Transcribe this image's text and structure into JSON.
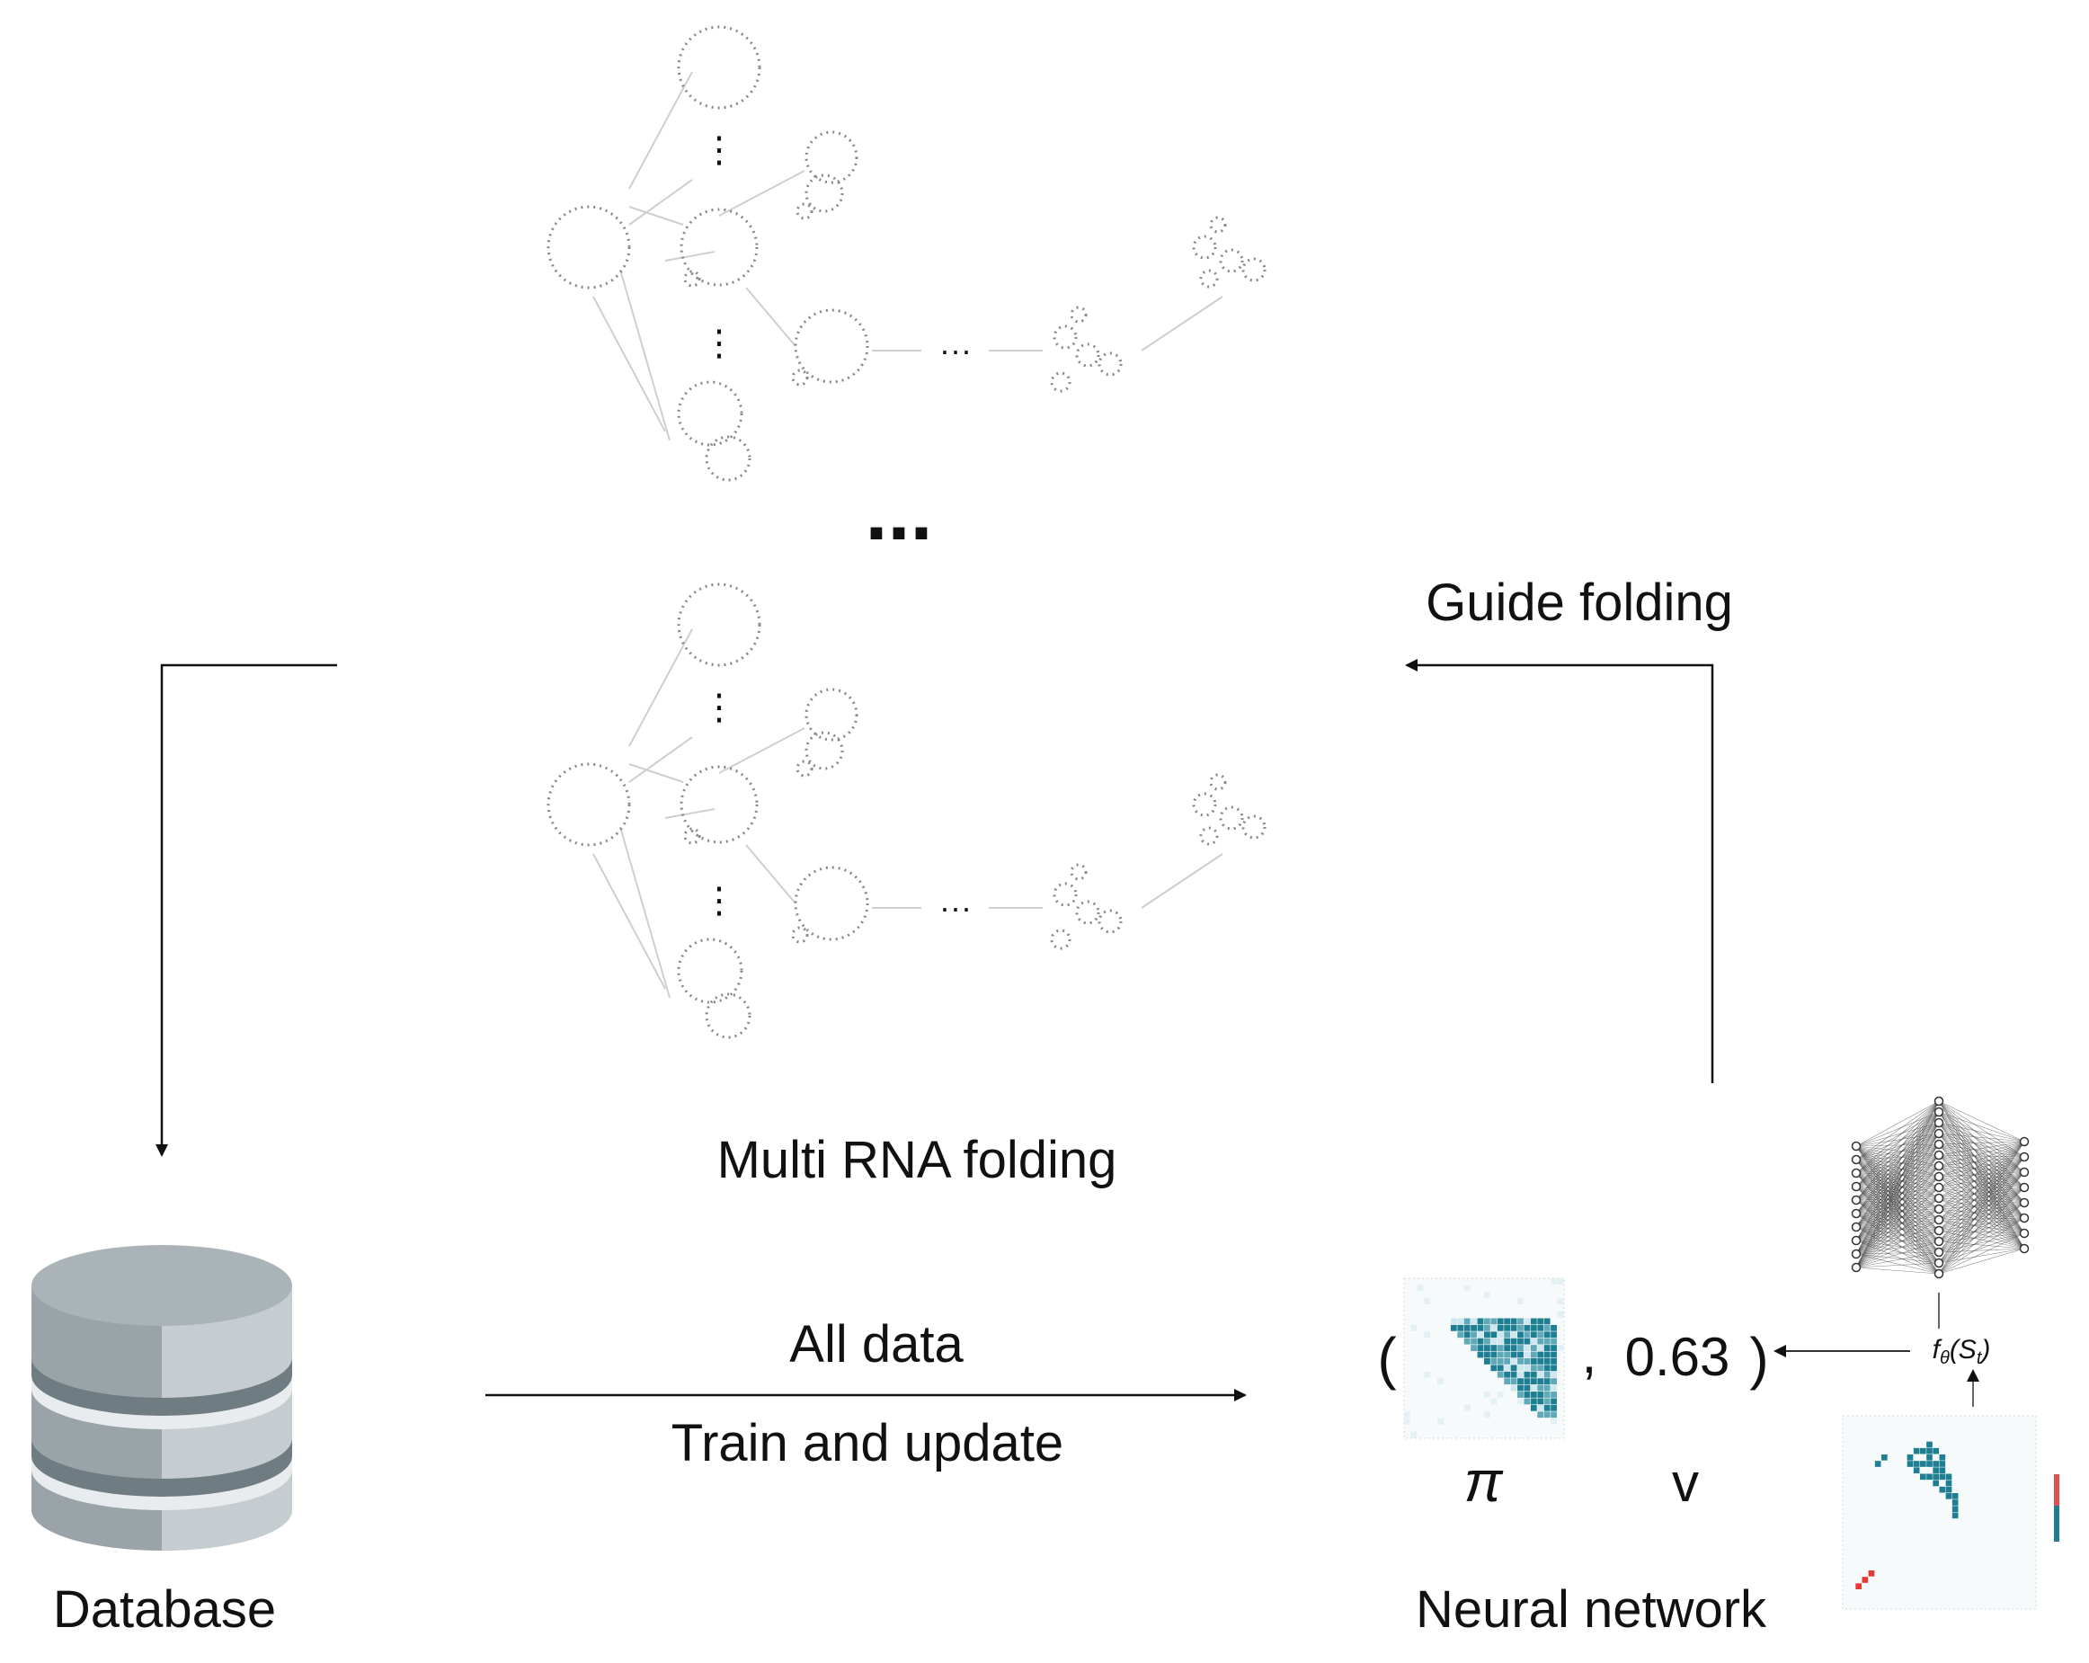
{
  "labels": {
    "multi_rna_folding": "Multi RNA folding",
    "guide_folding": "Guide folding",
    "all_data": "All data",
    "train_and_update": "Train and update",
    "database": "Database",
    "neural_network": "Neural network",
    "pi": "π",
    "v": "v",
    "output_value": "0.63",
    "open_paren": "(",
    "close_paren": ")",
    "comma": ",",
    "f_theta_main": "f",
    "f_theta_sub": "θ",
    "f_theta_arg": "(S",
    "f_theta_arg_sub": "t",
    "f_theta_close": ")",
    "ellipsis_large": "...",
    "ellipsis_small": "···",
    "ellipsis_vertical": "⋮"
  },
  "colors": {
    "heatmap_teal": "#1e7f92",
    "heatmap_light": "#cfe7ee",
    "database_body": "#9aa4a8",
    "database_light": "#c6cdd0",
    "database_band": "#6f7d83",
    "colorbar_red": "#e05050",
    "diagonal_red": "#e53935"
  },
  "icons": [
    "database-icon",
    "neural-network-icon",
    "heatmap-icon",
    "rna-structure-icon"
  ]
}
